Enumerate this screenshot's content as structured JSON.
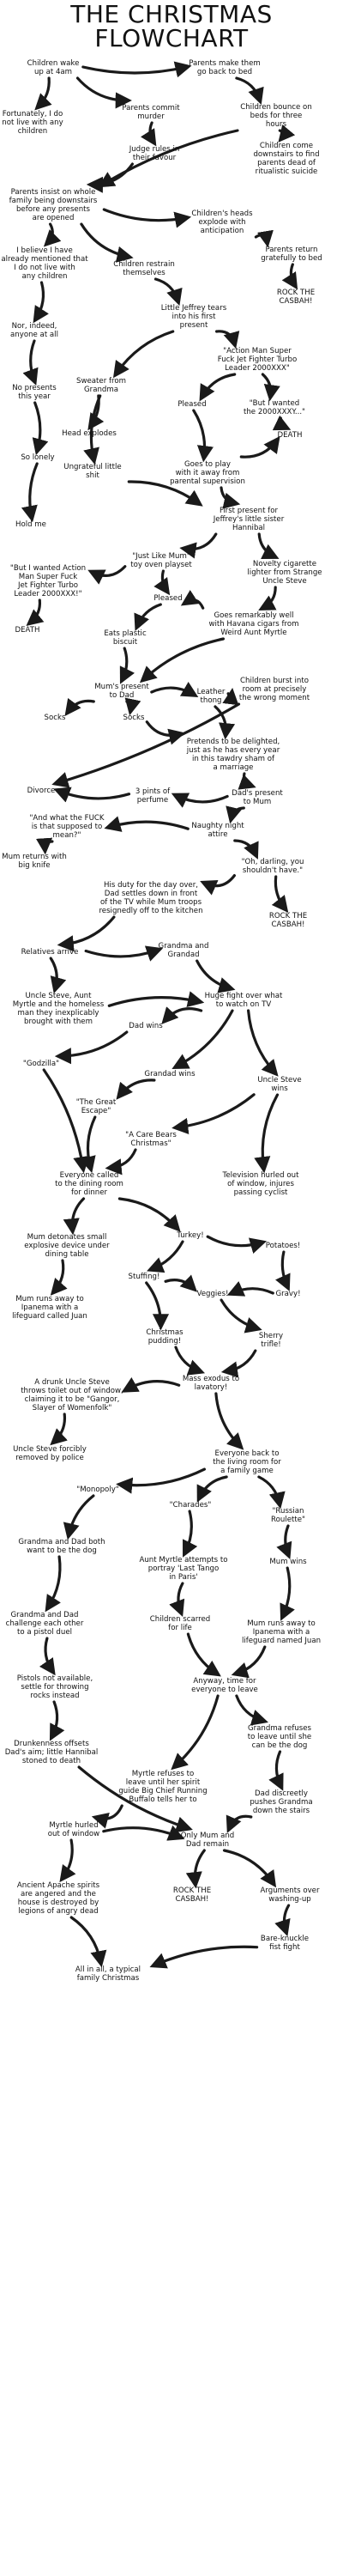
{
  "title": {
    "line1": "THE CHRISTMAS",
    "line2": "FLOWCHART"
  },
  "nodes": [
    {
      "id": "wake",
      "lines": [
        "Children wake",
        "up at 4am"
      ]
    },
    {
      "id": "parents_bed",
      "lines": [
        "Parents make them",
        "go back to bed"
      ]
    },
    {
      "id": "fortunately",
      "lines": [
        "Fortunately, I do",
        "not live with any",
        "children"
      ]
    },
    {
      "id": "murder",
      "lines": [
        "Parents commit",
        "murder"
      ]
    },
    {
      "id": "bounce",
      "lines": [
        "Children bounce on",
        "beds for three",
        "hours"
      ]
    },
    {
      "id": "judge",
      "lines": [
        "Judge rules in",
        "their favour"
      ]
    },
    {
      "id": "suicide",
      "lines": [
        "Children come",
        "downstairs to find",
        "parents dead of",
        "ritualistic suicide"
      ]
    },
    {
      "id": "insist",
      "lines": [
        "Parents insist on whole",
        "family being downstairs",
        "before any presents",
        "are opened"
      ]
    },
    {
      "id": "heads",
      "lines": [
        "Children's heads",
        "explode with",
        "anticipation"
      ]
    },
    {
      "id": "mentioned",
      "lines": [
        "I believe I have",
        "already mentioned that",
        "I do not live with",
        "any children"
      ]
    },
    {
      "id": "restrain",
      "lines": [
        "Children restrain",
        "themselves"
      ]
    },
    {
      "id": "return_bed",
      "lines": [
        "Parents return",
        "gratefully to bed"
      ]
    },
    {
      "id": "nor",
      "lines": [
        "Nor, indeed,",
        "anyone at all"
      ]
    },
    {
      "id": "rock1",
      "lines": [
        "ROCK THE",
        "CASBAH!"
      ]
    },
    {
      "id": "jeffrey",
      "lines": [
        "Little Jeffrey tears",
        "into his first",
        "present"
      ]
    },
    {
      "id": "no_presents",
      "lines": [
        "No presents",
        "this year"
      ]
    },
    {
      "id": "action_man",
      "lines": [
        "\"Action Man Super",
        "Fuck Jet Fighter Turbo",
        "Leader 2000XXX\""
      ]
    },
    {
      "id": "sweater",
      "lines": [
        "Sweater from",
        "Grandma"
      ]
    },
    {
      "id": "pleased1",
      "lines": [
        "Pleased"
      ]
    },
    {
      "id": "wanted1",
      "lines": [
        "\"But I wanted",
        "the 2000XXXY...\""
      ]
    },
    {
      "id": "head_explodes",
      "lines": [
        "Head explodes"
      ]
    },
    {
      "id": "death1",
      "lines": [
        "DEATH"
      ]
    },
    {
      "id": "so_lonely",
      "lines": [
        "So lonely"
      ]
    },
    {
      "id": "ungrateful",
      "lines": [
        "Ungrateful little",
        "shit"
      ]
    },
    {
      "id": "play",
      "lines": [
        "Goes to play",
        "with it away from",
        "parental supervision"
      ]
    },
    {
      "id": "hold_me",
      "lines": [
        "Hold me"
      ]
    },
    {
      "id": "hannibal_present",
      "lines": [
        "First present for",
        "Jeffrey's little sister",
        "Hannibal"
      ]
    },
    {
      "id": "just_like_mum",
      "lines": [
        "\"Just Like Mum\"",
        "toy oven playset"
      ]
    },
    {
      "id": "wanted2",
      "lines": [
        "\"But I wanted Action",
        "Man Super Fuck",
        "Jet Fighter Turbo",
        "Leader 2000XXX!\""
      ]
    },
    {
      "id": "novelty",
      "lines": [
        "Novelty cigarette",
        "lighter from Strange",
        "Uncle Steve"
      ]
    },
    {
      "id": "pleased2",
      "lines": [
        "Pleased"
      ]
    },
    {
      "id": "havana",
      "lines": [
        "Goes remarkably well",
        "with Havana cigars from",
        "Weird Aunt Myrtle"
      ]
    },
    {
      "id": "death2",
      "lines": [
        "DEATH"
      ]
    },
    {
      "id": "plastic",
      "lines": [
        "Eats plastic",
        "biscuit"
      ]
    },
    {
      "id": "mums_present",
      "lines": [
        "Mum's present",
        "to Dad"
      ]
    },
    {
      "id": "leather",
      "lines": [
        "Leather",
        "thong"
      ]
    },
    {
      "id": "burst",
      "lines": [
        "Children burst into",
        "room at precisely",
        "the wrong moment"
      ]
    },
    {
      "id": "socks1",
      "lines": [
        "Socks"
      ]
    },
    {
      "id": "socks2",
      "lines": [
        "Socks"
      ]
    },
    {
      "id": "pretends",
      "lines": [
        "Pretends to be delighted,",
        "just as he has every year",
        "in this tawdry sham of",
        "a marriage"
      ]
    },
    {
      "id": "divorce",
      "lines": [
        "Divorce"
      ]
    },
    {
      "id": "perfume",
      "lines": [
        "3 pints of",
        "perfume"
      ]
    },
    {
      "id": "dads_present",
      "lines": [
        "Dad's present",
        "to Mum"
      ]
    },
    {
      "id": "fuck",
      "lines": [
        "\"And what the FUCK",
        "is that supposed to",
        "mean?\""
      ]
    },
    {
      "id": "naughty",
      "lines": [
        "Naughty night",
        "attire"
      ]
    },
    {
      "id": "mum_knife",
      "lines": [
        "Mum returns with",
        "big knife"
      ]
    },
    {
      "id": "oh_darling",
      "lines": [
        "\"Oh, darling, you",
        "shouldn't have.\""
      ]
    },
    {
      "id": "his_duty",
      "lines": [
        "His duty for the day over,",
        "Dad settles down in front",
        "of the TV while Mum troops",
        "resignedly off to the kitchen"
      ]
    },
    {
      "id": "rock2",
      "lines": [
        "ROCK THE",
        "CASBAH!"
      ]
    },
    {
      "id": "relatives",
      "lines": [
        "Relatives arrive"
      ]
    },
    {
      "id": "grandma_grandad",
      "lines": [
        "Grandma and",
        "Grandad"
      ]
    },
    {
      "id": "uncle_steve",
      "lines": [
        "Uncle Steve, Aunt",
        "Myrtle and the homeless",
        "man they inexplicably",
        "brought with them"
      ]
    },
    {
      "id": "tv_fight",
      "lines": [
        "Huge fight over what",
        "to watch on TV"
      ]
    },
    {
      "id": "dad_wins",
      "lines": [
        "Dad wins"
      ]
    },
    {
      "id": "godzilla",
      "lines": [
        "\"Godzilla\""
      ]
    },
    {
      "id": "grandad_wins",
      "lines": [
        "Grandad wins"
      ]
    },
    {
      "id": "great_escape",
      "lines": [
        "\"The Great",
        "Escape\""
      ]
    },
    {
      "id": "steve_wins",
      "lines": [
        "Uncle Steve",
        "wins"
      ]
    },
    {
      "id": "care_bears",
      "lines": [
        "\"A Care Bears",
        "Christmas\""
      ]
    },
    {
      "id": "called",
      "lines": [
        "Everyone called",
        "to the dining room",
        "for dinner"
      ]
    },
    {
      "id": "tv_hurled",
      "lines": [
        "Television hurled out",
        "of window, injures",
        "passing cyclist"
      ]
    },
    {
      "id": "mum_detonates",
      "lines": [
        "Mum detonates small",
        "explosive device under",
        "dining table"
      ]
    },
    {
      "id": "turkey",
      "lines": [
        "Turkey!"
      ]
    },
    {
      "id": "potatoes",
      "lines": [
        "Potatoes!"
      ]
    },
    {
      "id": "stuffing",
      "lines": [
        "Stuffing!"
      ]
    },
    {
      "id": "veggies",
      "lines": [
        "Veggies!"
      ]
    },
    {
      "id": "gravy",
      "lines": [
        "Gravy!"
      ]
    },
    {
      "id": "mum_runs1",
      "lines": [
        "Mum runs away to",
        "Ipanema with a",
        "lifeguard called Juan"
      ]
    },
    {
      "id": "pudding",
      "lines": [
        "Christmas",
        "pudding!"
      ]
    },
    {
      "id": "trifle",
      "lines": [
        "Sherry",
        "trifle!"
      ]
    },
    {
      "id": "drunk_steve",
      "lines": [
        "A drunk Uncle Steve",
        "throws toilet out of window,",
        "claiming it to be \"Gangor,",
        "Slayer of Womenfolk\""
      ]
    },
    {
      "id": "exodus",
      "lines": [
        "Mass exodus to",
        "lavatory!"
      ]
    },
    {
      "id": "steve_removed",
      "lines": [
        "Uncle Steve forcibly",
        "removed by police"
      ]
    },
    {
      "id": "living_room",
      "lines": [
        "Everyone back to",
        "the living room for",
        "a family game"
      ]
    },
    {
      "id": "monopoly",
      "lines": [
        "\"Monopoly\""
      ]
    },
    {
      "id": "charades",
      "lines": [
        "\"Charades\""
      ]
    },
    {
      "id": "roulette",
      "lines": [
        "\"Russian",
        "Roulette\""
      ]
    },
    {
      "id": "want_dog",
      "lines": [
        "Grandma and Dad both",
        "want to be the dog"
      ]
    },
    {
      "id": "tango",
      "lines": [
        "Aunt Myrtle attempts to",
        "portray 'Last Tango",
        "in Paris'"
      ]
    },
    {
      "id": "mum_wins",
      "lines": [
        "Mum wins"
      ]
    },
    {
      "id": "duel",
      "lines": [
        "Grandma and Dad",
        "challenge each other",
        "to a pistol duel"
      ]
    },
    {
      "id": "scarred",
      "lines": [
        "Children scarred",
        "for life"
      ]
    },
    {
      "id": "mum_runs2",
      "lines": [
        "Mum runs away to",
        "Ipanema with a",
        "lifeguard named Juan"
      ]
    },
    {
      "id": "pistols",
      "lines": [
        "Pistols not available,",
        "settle for throwing",
        "rocks instead"
      ]
    },
    {
      "id": "tea",
      "lines": [
        "Anyway, time for",
        "everyone to leave"
      ]
    },
    {
      "id": "drunkenness",
      "lines": [
        "Drunkenness offsets",
        "Dad's aim; little Hannibal",
        "stoned to death"
      ]
    },
    {
      "id": "grandma_refuses",
      "lines": [
        "Grandma refuses",
        "to leave until she",
        "can be the dog"
      ]
    },
    {
      "id": "myrtle_refuses",
      "lines": [
        "Myrtle refuses to",
        "leave until her spirit",
        "guide Big Chief Running",
        "Buffalo tells her to"
      ]
    },
    {
      "id": "pushes",
      "lines": [
        "Dad discreetly",
        "pushes Grandma",
        "down the stairs"
      ]
    },
    {
      "id": "myrtle_hurled",
      "lines": [
        "Myrtle hurled",
        "out of window"
      ]
    },
    {
      "id": "only_mum_dad",
      "lines": [
        "Only Mum and",
        "Dad remain"
      ]
    },
    {
      "id": "apache",
      "lines": [
        "Ancient Apache spirits",
        "are angered and the",
        "house is destroyed by",
        "legions of angry dead"
      ]
    },
    {
      "id": "rock3",
      "lines": [
        "ROCK THE",
        "CASBAH!"
      ]
    },
    {
      "id": "washing",
      "lines": [
        "Arguments over",
        "washing-up"
      ]
    },
    {
      "id": "bareknuckle",
      "lines": [
        "Bare-knuckle",
        "fist fight"
      ]
    },
    {
      "id": "all_in_all",
      "lines": [
        "All in all, a typical",
        "family Christmas"
      ]
    }
  ]
}
